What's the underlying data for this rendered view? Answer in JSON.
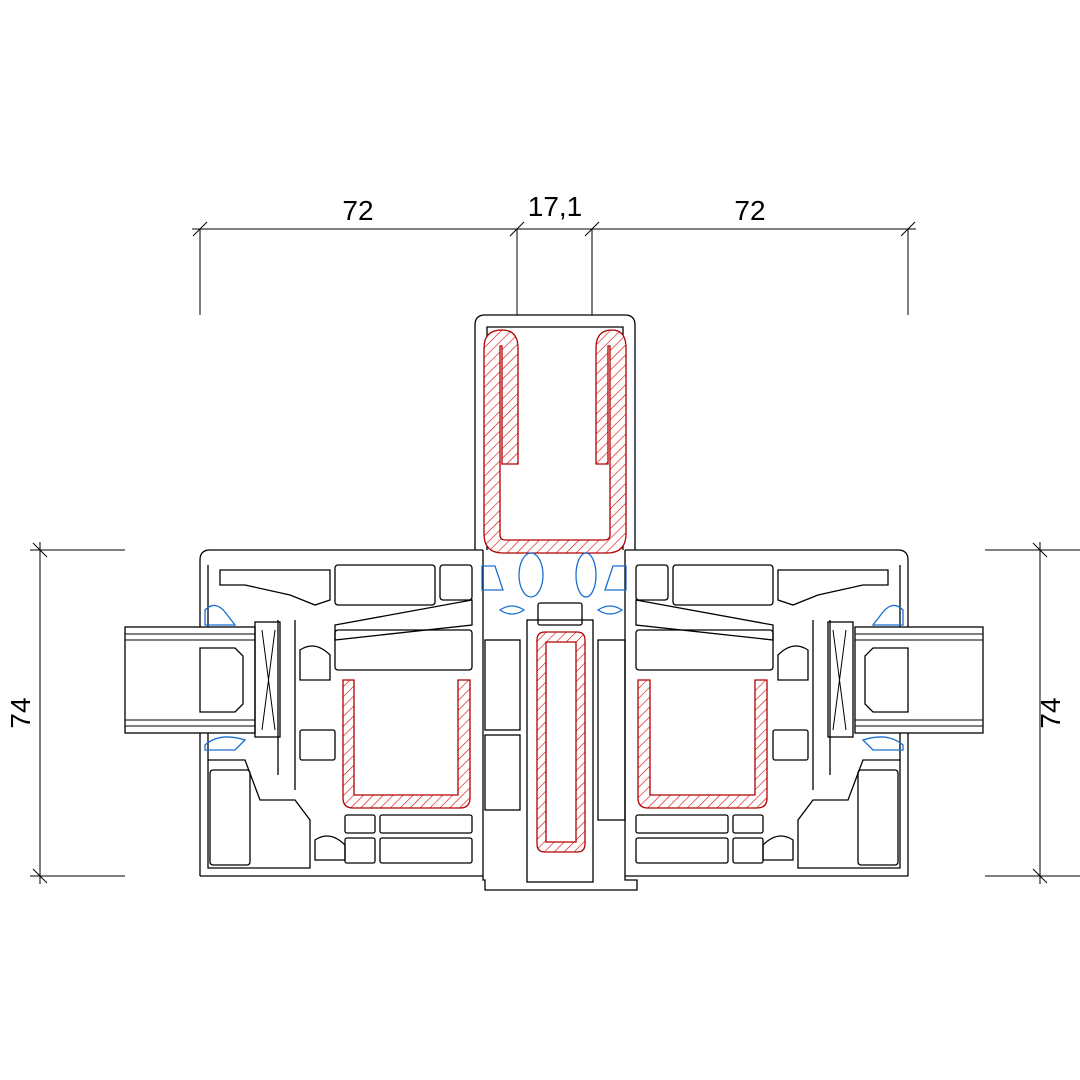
{
  "dimensions": {
    "top_left_width": "72",
    "top_center_width": "17,1",
    "top_right_width": "72",
    "left_height": "74",
    "right_height": "74"
  },
  "colors": {
    "outline": "#000000",
    "steel_reinforcement": "#cc0000",
    "gasket": "#1a6fd0"
  }
}
